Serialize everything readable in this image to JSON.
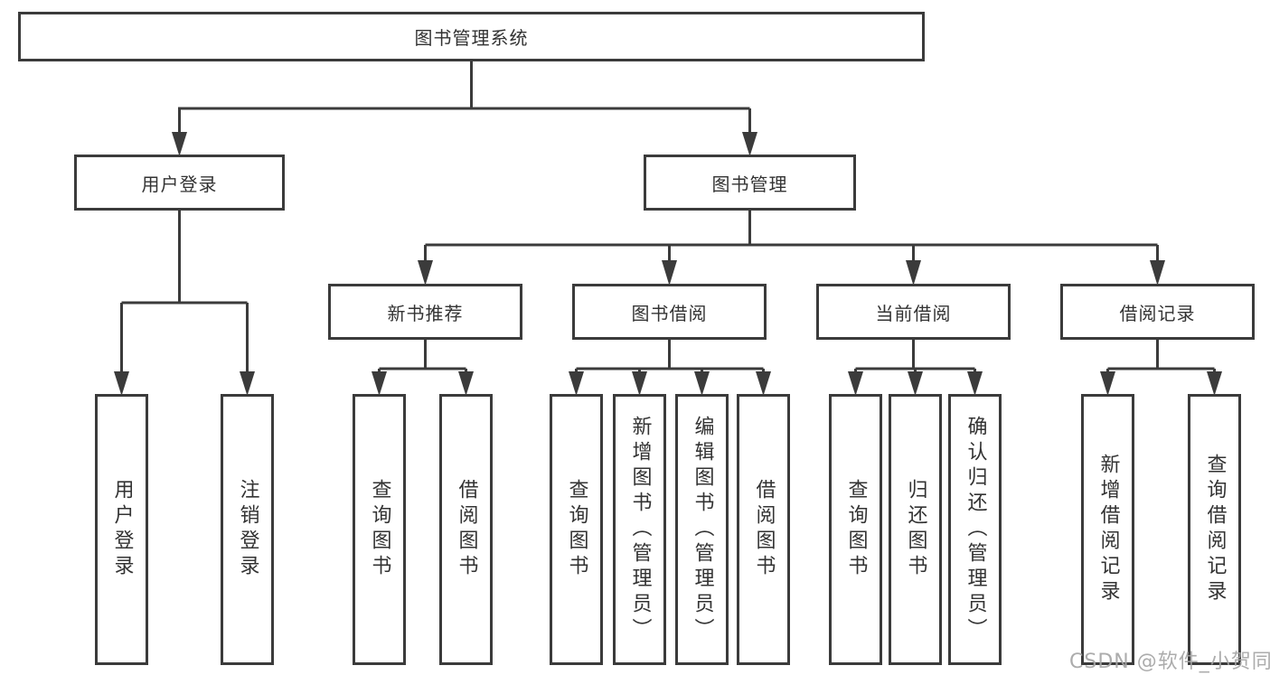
{
  "tree": {
    "root": "图书管理系统",
    "branches": [
      {
        "label": "用户登录",
        "leaves": [
          "用户登录",
          "注销登录"
        ]
      },
      {
        "label": "图书管理",
        "groups": [
          {
            "label": "新书推荐",
            "leaves": [
              "查询图书",
              "借阅图书"
            ]
          },
          {
            "label": "图书借阅",
            "leaves": [
              "查询图书",
              "新增图书（管理员）",
              "编辑图书（管理员）",
              "借阅图书"
            ]
          },
          {
            "label": "当前借阅",
            "leaves": [
              "查询图书",
              "归还图书",
              "确认归还（管理员）"
            ]
          },
          {
            "label": "借阅记录",
            "leaves": [
              "新增借阅记录",
              "查询借阅记录"
            ]
          }
        ]
      }
    ]
  },
  "watermark": {
    "text": "CSDN @软件_小贺同学"
  },
  "colors": {
    "background": "#ffffff",
    "box_fill": "#ffffff",
    "box_border": "#3b3b3b",
    "line": "#3b3b3b",
    "text": "#333333",
    "watermark": "#a5a5a5"
  }
}
